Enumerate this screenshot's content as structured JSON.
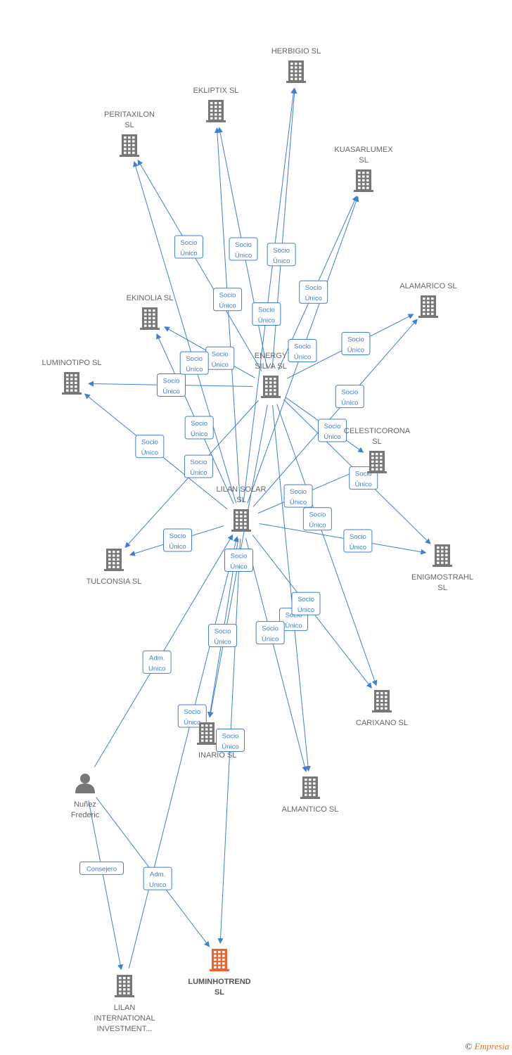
{
  "colors": {
    "edge": "#3f7fd6",
    "company": "#777777",
    "focus_company": "#f0622d",
    "person": "#777777"
  },
  "nodes": [
    {
      "id": "herbigio",
      "type": "company",
      "lines": [
        "HERBIGIO  SL"
      ]
    },
    {
      "id": "ekliptix",
      "type": "company",
      "lines": [
        "EKLIPTIX  SL"
      ]
    },
    {
      "id": "peritaxilon",
      "type": "company",
      "lines": [
        "PERITAXILON",
        "SL"
      ]
    },
    {
      "id": "kuasarlumex",
      "type": "company",
      "lines": [
        "KUASARLUMEX",
        "SL"
      ]
    },
    {
      "id": "alamarico",
      "type": "company",
      "lines": [
        "ALAMARICO  SL"
      ]
    },
    {
      "id": "ekinolia",
      "type": "company",
      "lines": [
        "EKINOLIA  SL"
      ]
    },
    {
      "id": "energy",
      "type": "company",
      "lines": [
        "ENERGY",
        "SILVA  SL"
      ]
    },
    {
      "id": "luminotipo",
      "type": "company",
      "lines": [
        "LUMINOTIPO  SL"
      ]
    },
    {
      "id": "celesticorona",
      "type": "company",
      "lines": [
        "CELESTICORONA",
        "SL"
      ]
    },
    {
      "id": "lilansolar",
      "type": "company",
      "lines": [
        "LILAN SOLAR",
        "SL"
      ]
    },
    {
      "id": "tulconsia",
      "type": "company",
      "lines": [
        "TULCONSIA  SL"
      ]
    },
    {
      "id": "enigmostrahl",
      "type": "company",
      "lines": [
        "ENIGMOSTRAHL",
        "SL"
      ]
    },
    {
      "id": "carixano",
      "type": "company",
      "lines": [
        "CARIXANO  SL"
      ]
    },
    {
      "id": "inario",
      "type": "company",
      "lines": [
        "INARIO  SL"
      ]
    },
    {
      "id": "almantico",
      "type": "company",
      "lines": [
        "ALMANTICO  SL"
      ]
    },
    {
      "id": "nunez",
      "type": "person",
      "lines": [
        "Nuñez",
        "Frederic"
      ]
    },
    {
      "id": "luminhotrend",
      "type": "focus",
      "lines": [
        "LUMINHOTREND",
        "SL"
      ]
    },
    {
      "id": "lilanintl",
      "type": "company",
      "lines": [
        "LILAN",
        "INTERNATIONAL",
        "INVESTMENT..."
      ]
    }
  ],
  "edges": [
    {
      "from": "energy",
      "to": "herbigio",
      "label": [
        "Socio",
        "Único"
      ]
    },
    {
      "from": "energy",
      "to": "ekliptix",
      "label": [
        "Socio",
        "Único"
      ]
    },
    {
      "from": "energy",
      "to": "peritaxilon",
      "label": [
        "Socio",
        "Único"
      ]
    },
    {
      "from": "energy",
      "to": "kuasarlumex",
      "label": [
        "Socio",
        "Único"
      ]
    },
    {
      "from": "energy",
      "to": "alamarico",
      "label": [
        "Socio",
        "Único"
      ]
    },
    {
      "from": "energy",
      "to": "ekinolia",
      "label": [
        "Socio",
        "Único"
      ]
    },
    {
      "from": "energy",
      "to": "luminotipo",
      "label": [
        "Socio",
        "Único"
      ]
    },
    {
      "from": "energy",
      "to": "celesticorona",
      "label": [
        "Socio",
        "Único"
      ]
    },
    {
      "from": "energy",
      "to": "tulconsia",
      "label": [
        "Socio",
        "Único"
      ]
    },
    {
      "from": "energy",
      "to": "enigmostrahl",
      "label": [
        "Socio",
        "Único"
      ]
    },
    {
      "from": "energy",
      "to": "carixano",
      "label": [
        "Socio",
        "Único"
      ]
    },
    {
      "from": "energy",
      "to": "inario",
      "label": [
        "Socio",
        "Único"
      ]
    },
    {
      "from": "energy",
      "to": "almantico",
      "label": [
        "Socio",
        "Único"
      ]
    },
    {
      "from": "lilansolar",
      "to": "herbigio",
      "label": [
        "Socio",
        "Único"
      ]
    },
    {
      "from": "lilansolar",
      "to": "ekliptix",
      "label": [
        "Socio",
        "Único"
      ]
    },
    {
      "from": "lilansolar",
      "to": "peritaxilon",
      "label": [
        "Socio",
        "Único"
      ]
    },
    {
      "from": "lilansolar",
      "to": "kuasarlumex",
      "label": [
        "Socio",
        "Único"
      ]
    },
    {
      "from": "lilansolar",
      "to": "alamarico",
      "label": [
        "Socio",
        "Único"
      ]
    },
    {
      "from": "lilansolar",
      "to": "ekinolia",
      "label": [
        "Socio",
        "Único"
      ]
    },
    {
      "from": "lilansolar",
      "to": "luminotipo",
      "label": [
        "Socio",
        "Único"
      ]
    },
    {
      "from": "lilansolar",
      "to": "celesticorona",
      "label": [
        "Socio",
        "Único"
      ]
    },
    {
      "from": "lilansolar",
      "to": "tulconsia",
      "label": [
        "Socio",
        "Único"
      ]
    },
    {
      "from": "lilansolar",
      "to": "enigmostrahl",
      "label": [
        "Socio",
        "Único"
      ]
    },
    {
      "from": "lilansolar",
      "to": "carixano",
      "label": [
        "Socio",
        "Único"
      ]
    },
    {
      "from": "lilansolar",
      "to": "inario",
      "label": [
        "Socio",
        "Único"
      ]
    },
    {
      "from": "lilansolar",
      "to": "almantico",
      "label": [
        "Socio",
        "Único"
      ]
    },
    {
      "from": "lilansolar",
      "to": "luminhotrend",
      "label": [
        "Socio",
        "Único"
      ]
    },
    {
      "from": "lilanintl",
      "to": "lilansolar",
      "label": [
        "Socio",
        "Único"
      ]
    },
    {
      "from": "nunez",
      "to": "lilansolar",
      "label": [
        "Adm.",
        "Unico"
      ]
    },
    {
      "from": "nunez",
      "to": "luminhotrend",
      "label": [
        "Adm.",
        "Unico"
      ]
    },
    {
      "from": "nunez",
      "to": "lilanintl",
      "label": [
        "Consejero"
      ]
    }
  ],
  "footer": {
    "copyright": "©",
    "brand": "Empresia"
  }
}
